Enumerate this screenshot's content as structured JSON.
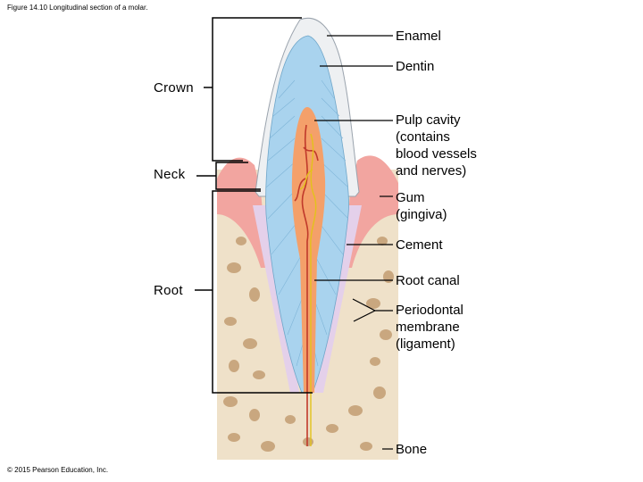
{
  "figure": {
    "caption": "Figure 14.10 Longitudinal section of a molar.",
    "copyright": "© 2015 Pearson Education, Inc."
  },
  "regions": {
    "crown": "Crown",
    "neck": "Neck",
    "root": "Root"
  },
  "parts": {
    "enamel": "Enamel",
    "dentin": "Dentin",
    "pulp_cavity": "Pulp cavity\n(contains\nblood vessels\nand nerves)",
    "gum": "Gum\n(gingiva)",
    "cement": "Cement",
    "root_canal": "Root canal",
    "periodontal_membrane": "Periodontal\nmembrane\n(ligament)",
    "bone": "Bone"
  },
  "colors": {
    "enamel": "#eef0f2",
    "dentin": "#a9d3ee",
    "pulp": "#f4a06a",
    "gum": "#f2a5a0",
    "bone": "#efe1c9",
    "bone_spot": "#c9a77f",
    "membrane": "#e4d0ea",
    "vessel": "#c0392b",
    "nerve": "#e3c21a"
  }
}
